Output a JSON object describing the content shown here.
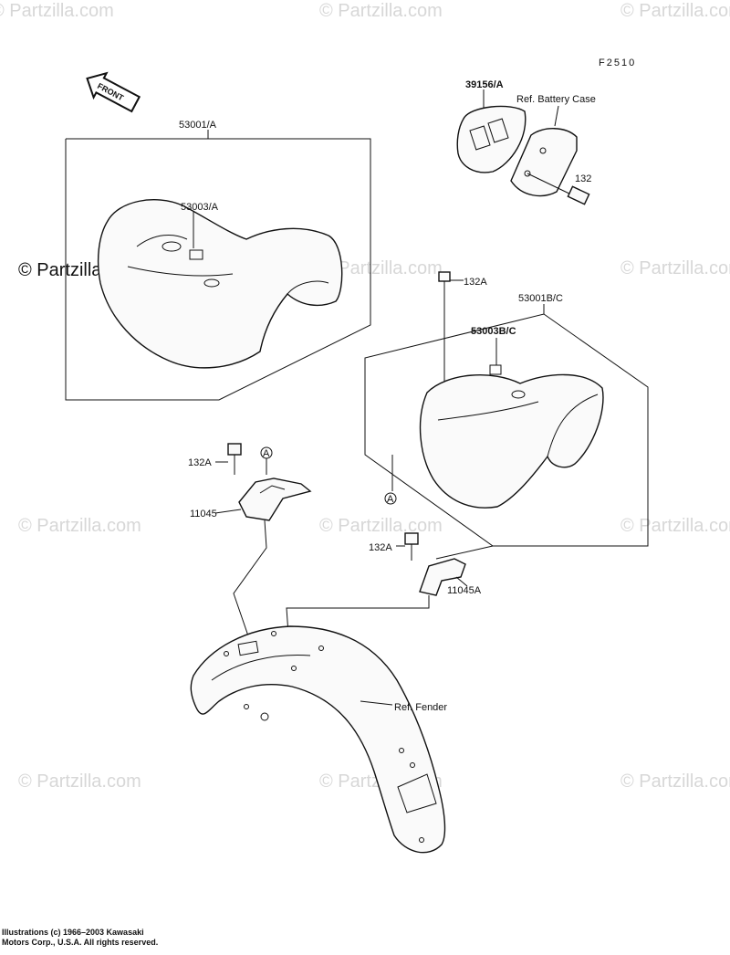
{
  "diagram_code": "F2510",
  "front_arrow_label": "FRONT",
  "watermark": "© Partzilla.com",
  "labels": {
    "p53001A": "53001/A",
    "p53003A": "53003/A",
    "p39156A": "39156/A",
    "ref_battery_case": "Ref. Battery Case",
    "p132": "132",
    "p132A_top": "132A",
    "p53001BC": "53001B/C",
    "p53003BC": "53003B/C",
    "p132A_left": "132A",
    "p11045": "11045",
    "p132A_mid": "132A",
    "p11045A": "11045A",
    "ref_fender": "Ref. Fender",
    "connector_a_1": "A",
    "connector_a_2": "A"
  },
  "copyright": {
    "line1": "Illustrations (c) 1966–2003 Kawasaki",
    "line2": "Motors Corp., U.S.A.  All rights reserved."
  }
}
